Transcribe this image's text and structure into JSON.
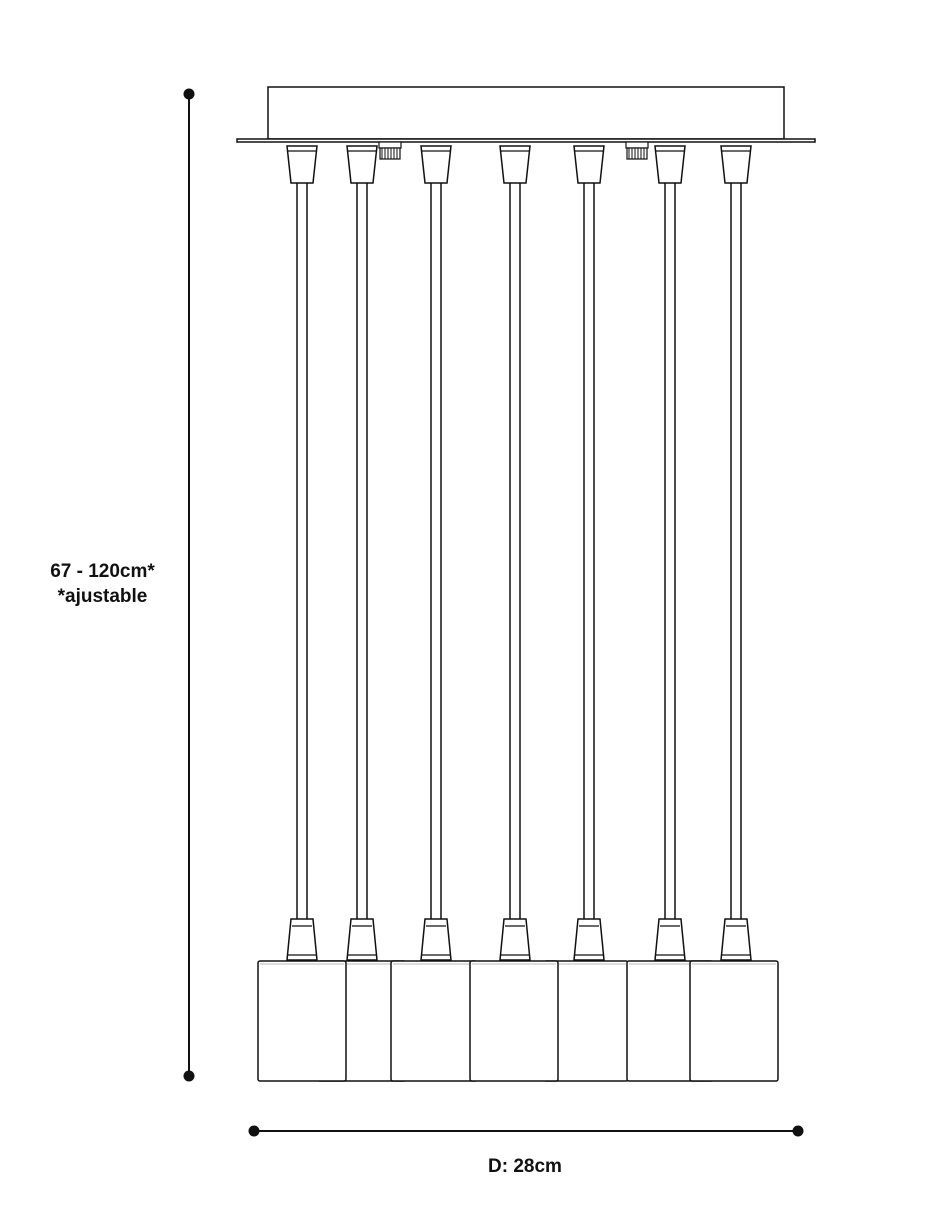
{
  "dimensions": {
    "height": "67 - 120cm*",
    "height_note": "*ajustable",
    "width": "D: 28cm"
  },
  "fixture": {
    "pendant_count": 7,
    "canopy_screw_count": 2
  },
  "colors": {
    "line": "#111111",
    "fill": "#ffffff",
    "shade_overlap": "#bbbbbb"
  }
}
